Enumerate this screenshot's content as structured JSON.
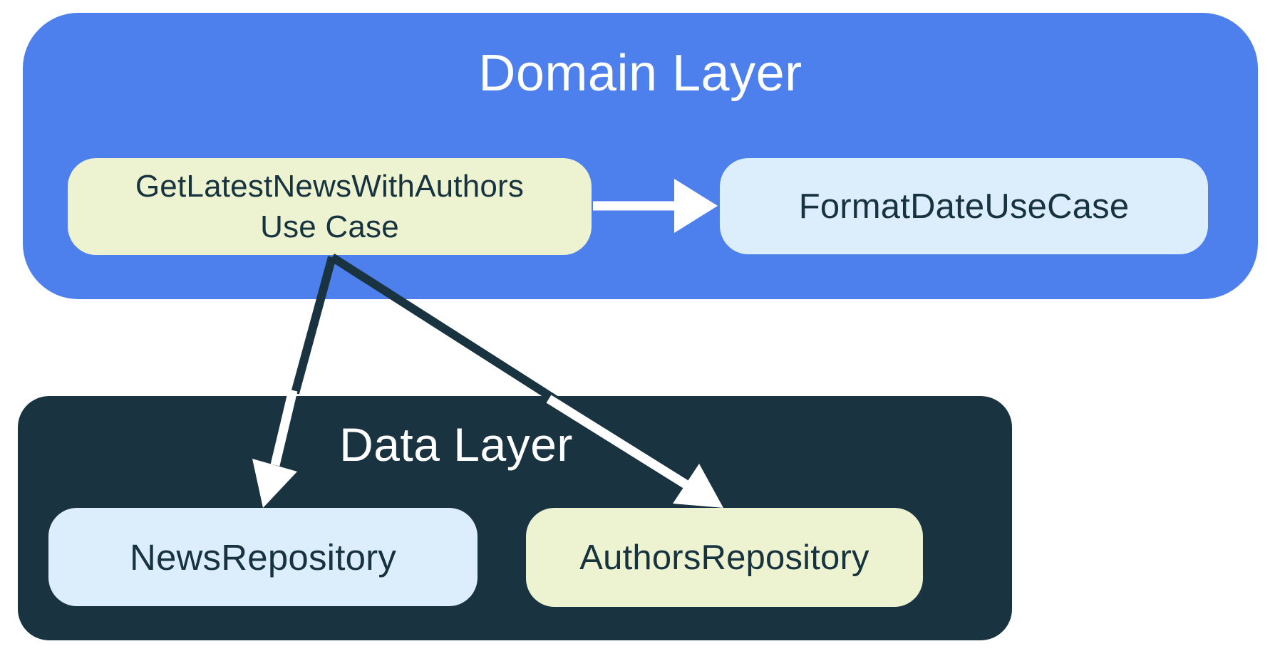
{
  "domain_layer": {
    "title": "Domain Layer",
    "use_case_box": {
      "line1": "GetLatestNewsWithAuthors",
      "line2": "Use Case"
    },
    "format_date_box": {
      "label": "FormatDateUseCase"
    }
  },
  "data_layer": {
    "title": "Data Layer",
    "news_repository_box": {
      "label": "NewsRepository"
    },
    "authors_repository_box": {
      "label": "AuthorsRepository"
    }
  },
  "edges": [
    {
      "from": "GetLatestNewsWithAuthors Use Case",
      "to": "FormatDateUseCase"
    },
    {
      "from": "GetLatestNewsWithAuthors Use Case",
      "to": "NewsRepository"
    },
    {
      "from": "GetLatestNewsWithAuthors Use Case",
      "to": "AuthorsRepository"
    }
  ],
  "colors": {
    "domain_layer_bg": "#4E80ED",
    "data_layer_bg": "#1A3341",
    "cream_node_bg": "#EDF3D0",
    "light_blue_node_bg": "#DCEDFC",
    "node_text": "#17333F",
    "title_text": "#FFFFFF",
    "arrow_dark": "#1A3341",
    "arrow_light": "#FFFFFF"
  }
}
